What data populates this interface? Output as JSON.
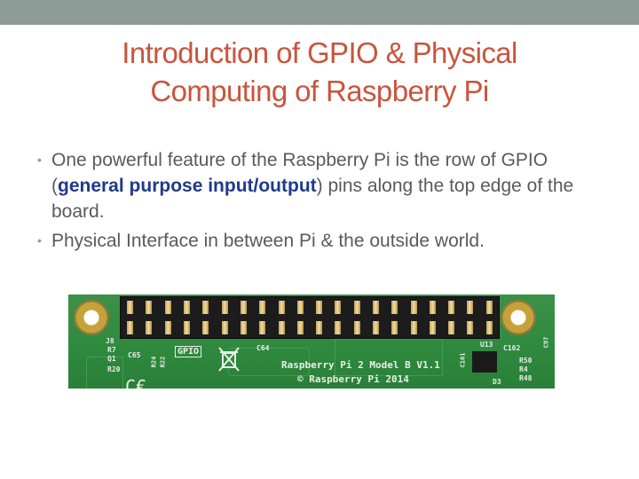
{
  "slide": {
    "title_line1": "Introduction of GPIO & Physical",
    "title_line2": "Computing of Raspberry Pi",
    "bullet1": {
      "before": "One powerful feature of the Raspberry Pi is the row of GPIO (",
      "bold": "general purpose input/output",
      "after": ") pins along the top edge of the board."
    },
    "bullet2": "Physical Interface in between Pi & the outside world."
  },
  "board_labels": {
    "model": "Raspberry Pi 2 Model B V1.1",
    "copyright": "© Raspberry Pi 2014",
    "gpio": "GPIO",
    "c64": "C64",
    "c65": "C65",
    "r24": "R24",
    "r22": "R22",
    "j8": "J8",
    "r7": "R7",
    "q1": "Q1",
    "r20": "R20",
    "u13": "U13",
    "c102": "C102",
    "c101": "C101",
    "r50": "R50",
    "r4": "R4",
    "r48": "R48",
    "d3": "D3",
    "c97": "C97"
  },
  "colors": {
    "topbar": "#8c9b96",
    "title": "#c8553d",
    "body_text": "#5a5a5a",
    "emphasis": "#1f3a8a",
    "pcb": "#2f8a3f"
  }
}
